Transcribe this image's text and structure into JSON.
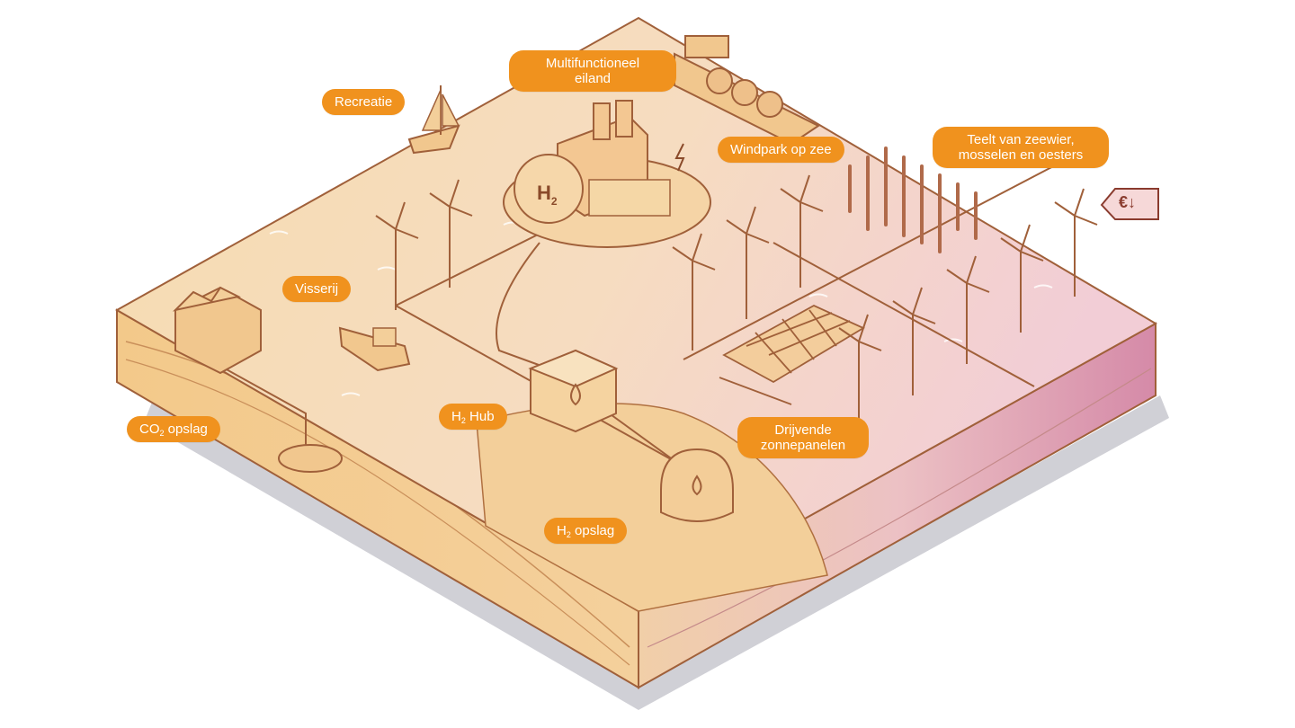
{
  "labels": {
    "multifunctioneel_line1": "Multifunctioneel",
    "multifunctioneel_line2": "eiland",
    "recreatie": "Recreatie",
    "windpark": "Windpark op zee",
    "teelt_line1": "Teelt van zeewier,",
    "teelt_line2": "mosselen en oesters",
    "visserij": "Visserij",
    "co2_prefix": "CO",
    "co2_sub": "2",
    "co2_suffix": " opslag",
    "h2hub_prefix": "H",
    "h2hub_sub": "2",
    "h2hub_suffix": " Hub",
    "drijvende_line1": "Drijvende",
    "drijvende_line2": "zonnepanelen",
    "h2opslag_prefix": "H",
    "h2opslag_sub": "2",
    "h2opslag_suffix": " opslag"
  },
  "island_text": {
    "prefix": "H",
    "sub": "2"
  },
  "price_tag": "€↓",
  "colors": {
    "label_bg": "#f0921e",
    "label_text": "#ffffff",
    "sand": "#f4d6a6",
    "sea_left": "#f6dcb3",
    "sea_right": "#f3d2d6",
    "ink": "#8a4a2a",
    "shadow": "#cfcfd6"
  }
}
